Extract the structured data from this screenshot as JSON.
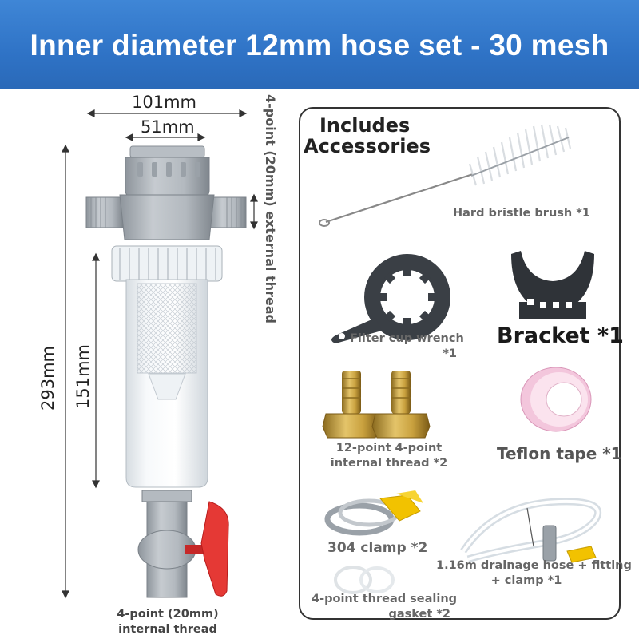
{
  "banner": {
    "title": "Inner diameter 12mm hose set - 30 mesh",
    "color": "#2f73c6"
  },
  "dimensions": {
    "overall_width": "101mm",
    "inlet_width": "51mm",
    "total_height": "293mm",
    "cup_height": "151mm",
    "thread_top": "4-point (20mm) external thread",
    "thread_bottom_line1": "4-point (20mm)",
    "thread_bottom_line2": "internal thread"
  },
  "product_icon": "water-prefilter-icon",
  "accessories": {
    "title_line1": "Includes",
    "title_line2": "Accessories",
    "items": [
      {
        "icon": "brush-icon",
        "label": "Hard bristle brush *1"
      },
      {
        "icon": "wrench-icon",
        "label_line1": "Filter cup wrench",
        "label_line2": "*1"
      },
      {
        "icon": "bracket-icon",
        "label": "Bracket *1"
      },
      {
        "icon": "fitting-icon",
        "label_line1": "12-point 4-point",
        "label_line2": "internal thread *2"
      },
      {
        "icon": "tape-icon",
        "label": "Teflon tape *1"
      },
      {
        "icon": "clamp-icon",
        "label": "304 clamp *2"
      },
      {
        "icon": "hose-icon",
        "label_line1": "1.16m drainage hose + fitting",
        "label_line2": "+ clamp *1"
      },
      {
        "icon": "gasket-icon",
        "label_line1": "4-point thread sealing",
        "label_line2": "gasket *2"
      }
    ]
  }
}
